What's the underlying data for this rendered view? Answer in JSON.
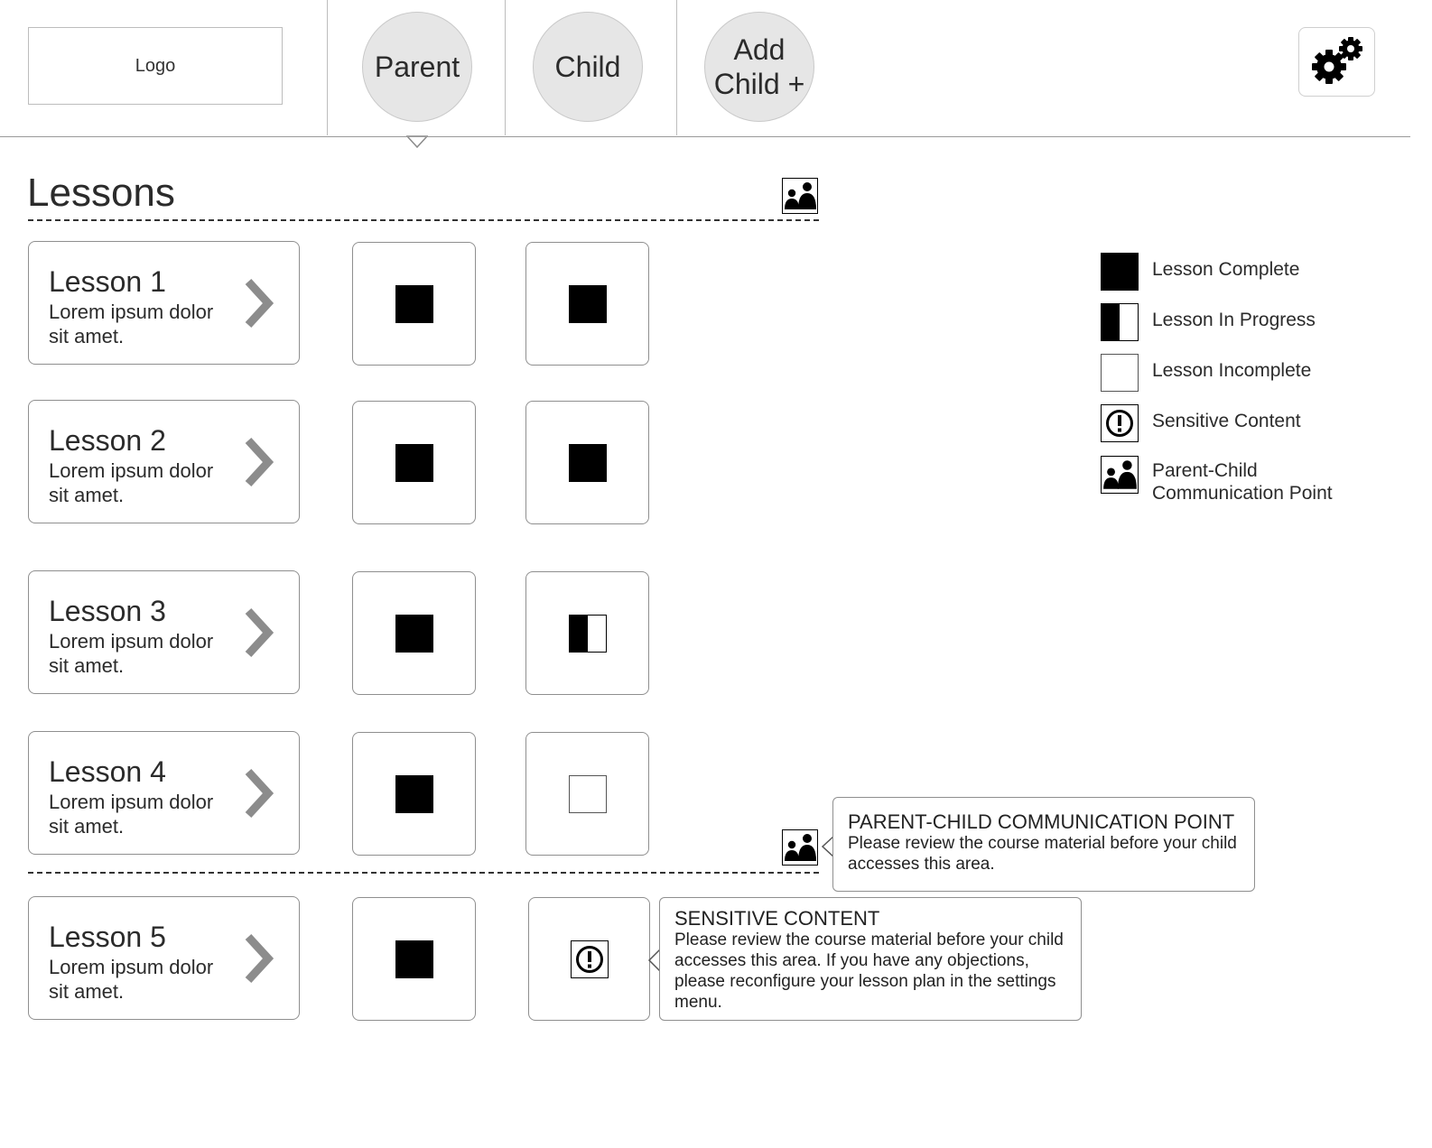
{
  "header": {
    "logo_text": "Logo",
    "nav": [
      {
        "label": "Parent"
      },
      {
        "label": "Child"
      },
      {
        "label": "Add Child +"
      }
    ],
    "settings_icon": "gears-icon"
  },
  "section": {
    "title": "Lessons",
    "header_icon": "parent-child-icon"
  },
  "lessons": [
    {
      "title": "Lesson 1",
      "desc": "Lorem ipsum dolor sit amet.",
      "parent_status": "complete",
      "child_status": "complete"
    },
    {
      "title": "Lesson 2",
      "desc": "Lorem ipsum dolor sit amet.",
      "parent_status": "complete",
      "child_status": "complete"
    },
    {
      "title": "Lesson 3",
      "desc": "Lorem ipsum dolor sit amet.",
      "parent_status": "complete",
      "child_status": "in-progress"
    },
    {
      "title": "Lesson 4",
      "desc": "Lorem ipsum dolor sit amet.",
      "parent_status": "complete",
      "child_status": "incomplete"
    },
    {
      "title": "Lesson 5",
      "desc": "Lorem ipsum dolor sit amet.",
      "parent_status": "complete",
      "child_status": "sensitive"
    }
  ],
  "legend": [
    {
      "symbol": "complete",
      "label": "Lesson Complete"
    },
    {
      "symbol": "in-progress",
      "label": "Lesson In Progress"
    },
    {
      "symbol": "incomplete",
      "label": "Lesson Incomplete"
    },
    {
      "symbol": "sensitive",
      "label": "Sensitive Content"
    },
    {
      "symbol": "parent-child",
      "label": "Parent-Child Communication Point"
    }
  ],
  "callouts": {
    "communication": {
      "title": "PARENT-CHILD COMMUNICATION POINT",
      "body": "Please review the course material before your child accesses this area."
    },
    "sensitive": {
      "title": "SENSITIVE CONTENT",
      "body": "Please review the course material before your child accesses this area. If you have any objections, please reconfigure your lesson plan in the settings menu."
    }
  }
}
